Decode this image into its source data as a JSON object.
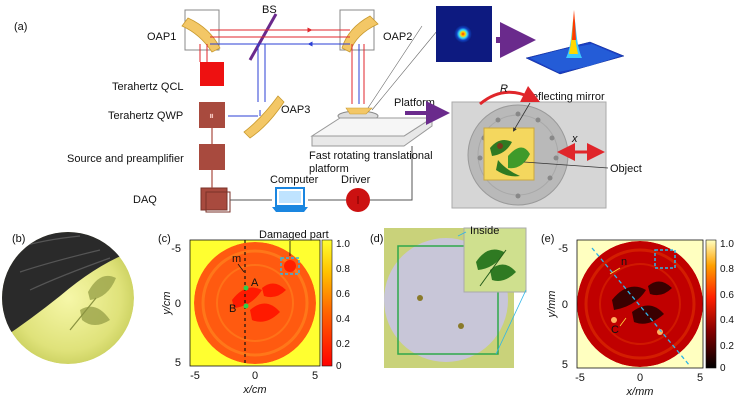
{
  "panel_a": {
    "label": "(a)",
    "oap1": "OAP1",
    "oap2": "OAP2",
    "oap3": "OAP3",
    "bs": "BS",
    "qcl": "Terahertz QCL",
    "qwp": "Terahertz QWP",
    "source": "Source and preamplifier",
    "daq": "DAQ",
    "computer": "Computer",
    "driver": "Driver",
    "platform": "Platform",
    "stage": "Fast rotating translational platform",
    "reflecting_mirror": "Reflecting mirror",
    "object": "Object",
    "rotation": "R",
    "translation": "x"
  },
  "panel_b": {
    "label": "(b)"
  },
  "panel_c": {
    "label": "(c)",
    "damaged": "Damaged part",
    "marker_m": "m",
    "marker_a": "A",
    "marker_b": "B",
    "xlabel": "x/cm",
    "ylabel": "y/cm",
    "xticks": [
      "-5",
      "0",
      "5"
    ],
    "yticks": [
      "-5",
      "0",
      "5"
    ],
    "cbar_ticks": [
      "1.0",
      "0.8",
      "0.6",
      "0.4",
      "0.2",
      "0"
    ]
  },
  "panel_d": {
    "label": "(d)",
    "inside": "Inside"
  },
  "panel_e": {
    "label": "(e)",
    "marker_n": "n",
    "marker_c": "C",
    "xlabel": "x/mm",
    "ylabel": "y/mm",
    "xticks": [
      "-5",
      "0",
      "5"
    ],
    "yticks": [
      "-5",
      "0",
      "5"
    ],
    "cbar_ticks": [
      "1.0",
      "0.8",
      "0.6",
      "0.4",
      "0.2",
      "0"
    ]
  },
  "colors": {
    "beam_red": "#e0262b",
    "beam_blue": "#2b3fd6",
    "arrow_purple": "#6a2a8c",
    "red_arrow": "#e0262b",
    "oap_gold": "#f3c766",
    "box_red": "#a84a3e"
  }
}
